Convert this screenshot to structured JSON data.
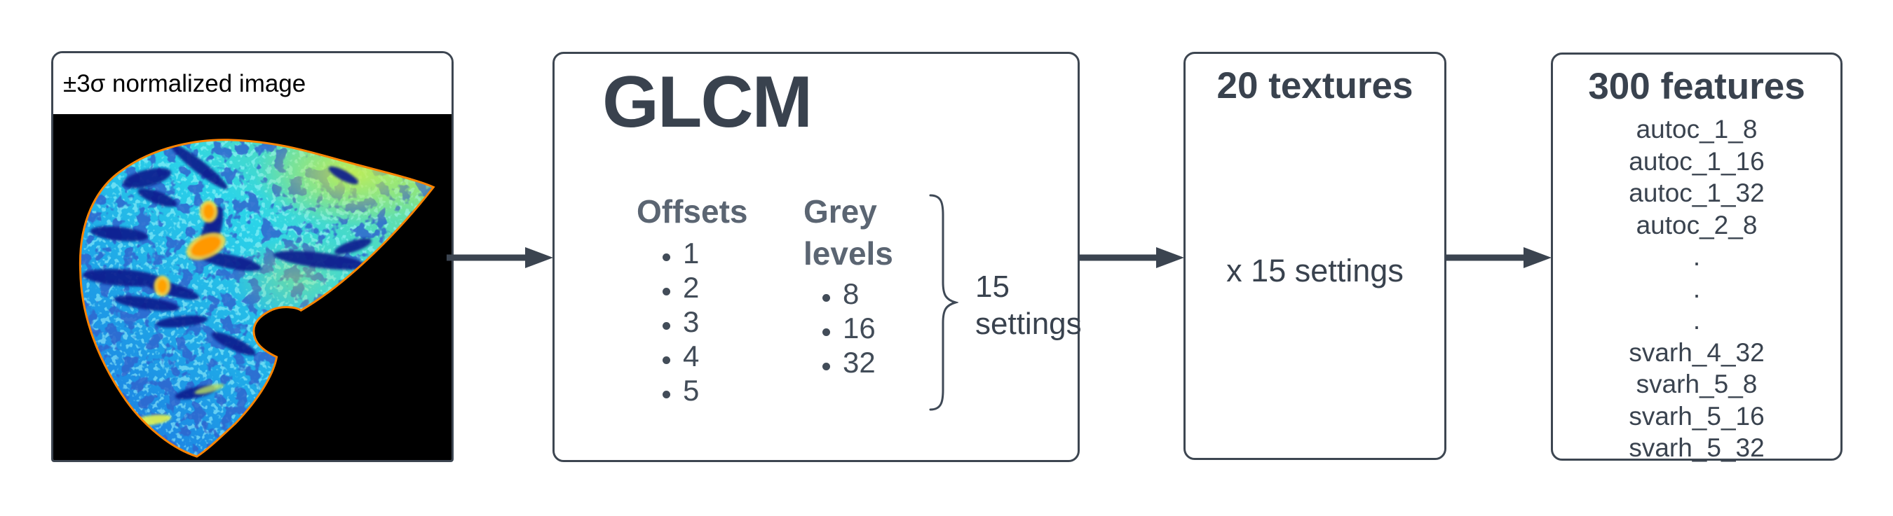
{
  "image_panel": {
    "label": "±3σ normalized image"
  },
  "glcm": {
    "title": "GLCM",
    "offsets_heading": "Offsets",
    "offsets": [
      "1",
      "2",
      "3",
      "4",
      "5"
    ],
    "grey_heading": "Grey levels",
    "grey_levels": [
      "8",
      "16",
      "32"
    ],
    "settings_note": "15 settings"
  },
  "textures": {
    "title": "20 textures",
    "note": "x 15 settings"
  },
  "features": {
    "title": "300 features",
    "items": [
      "autoc_1_8",
      "autoc_1_16",
      "autoc_1_32",
      "autoc_2_8",
      ".",
      ".",
      ".",
      "svarh_4_32",
      "svarh_5_8",
      "svarh_5_16",
      "svarh_5_32"
    ]
  },
  "icons": {
    "arrow_right": "arrow-right-icon",
    "curly_brace": "curly-brace-icon",
    "liver_heatmap": "liver-heatmap-image"
  },
  "colors": {
    "ink": "#39424e",
    "subheading_grey": "#5b6572",
    "list_text": "#424c58",
    "box_border": "#3d4651",
    "arrow": "#3b4450",
    "liver_outline_orange": "#ff8400",
    "liver_hotspot_orange": "#ff9800",
    "liver_base_cyan": "#2bd4e8",
    "liver_base_blue": "#1b6fe0",
    "liver_vessel_navy": "#0a1f8e",
    "liver_green_area": "#c8ee4e",
    "image_background": "#000000",
    "page_background": "#ffffff"
  }
}
